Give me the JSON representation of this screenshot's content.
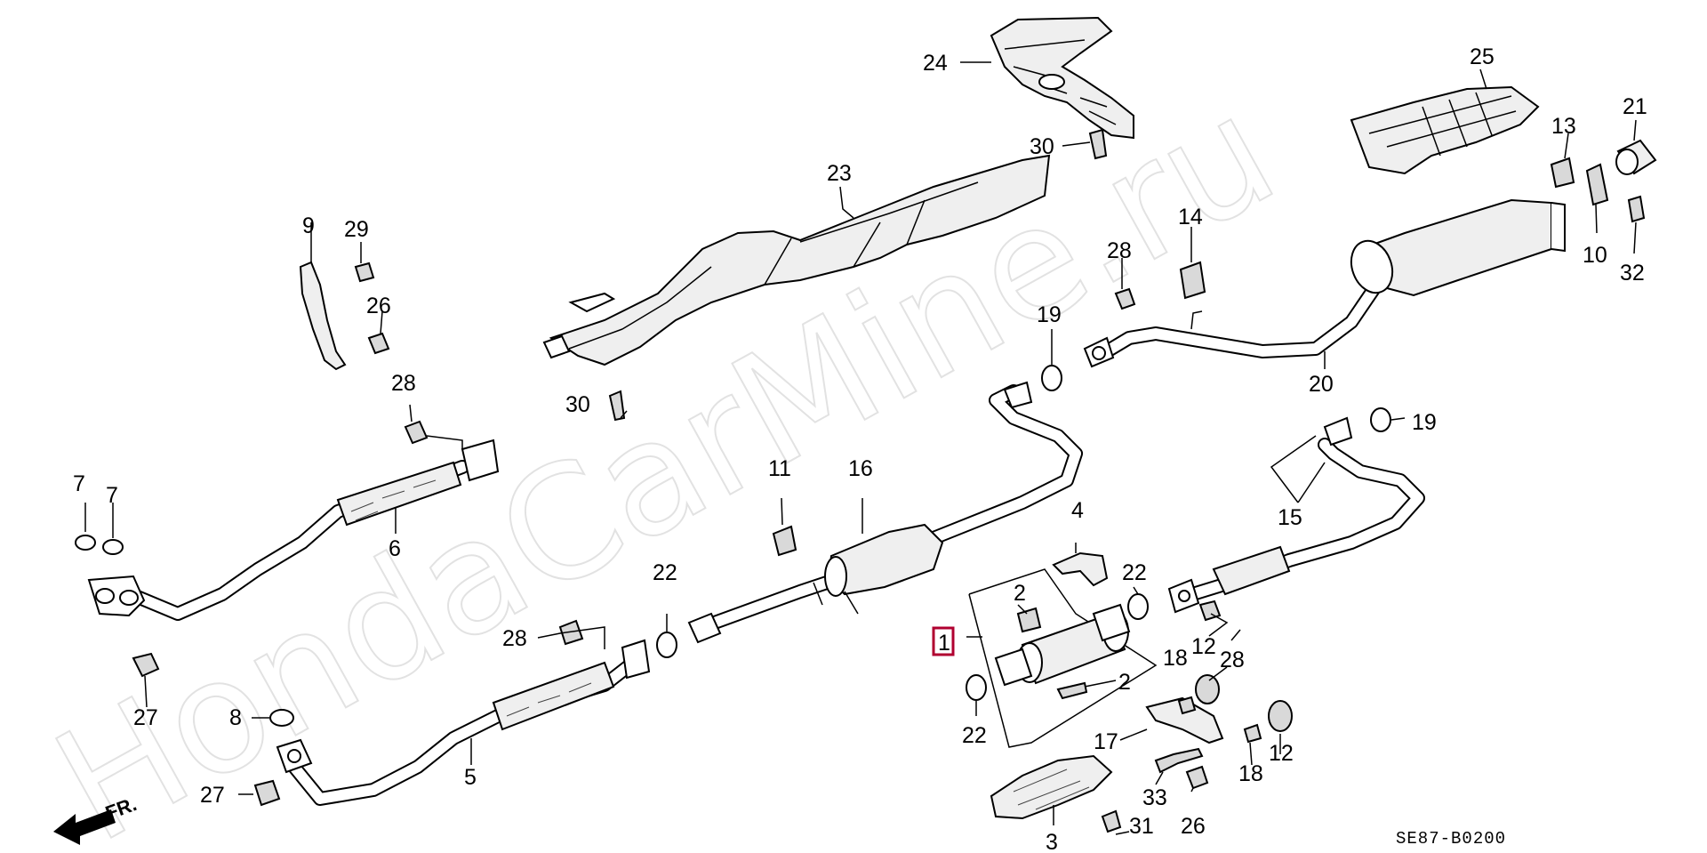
{
  "watermark": "HondaCarMine.ru",
  "diagram_code": "SE87-B0200",
  "direction_label": "FR.",
  "highlighted_callout": "1",
  "highlight_color": "#b00030",
  "callouts": {
    "c1": "1",
    "c2a": "2",
    "c2b": "2",
    "c3": "3",
    "c4": "4",
    "c5": "5",
    "c6": "6",
    "c7a": "7",
    "c7b": "7",
    "c8": "8",
    "c9": "9",
    "c10": "10",
    "c11": "11",
    "c12a": "12",
    "c12b": "12",
    "c13": "13",
    "c14": "14",
    "c15": "15",
    "c16": "16",
    "c17": "17",
    "c18a": "18",
    "c18b": "18",
    "c19a": "19",
    "c19b": "19",
    "c20": "20",
    "c21": "21",
    "c22a": "22",
    "c22b": "22",
    "c22c": "22",
    "c23": "23",
    "c24": "24",
    "c25": "25",
    "c26a": "26",
    "c26b": "26",
    "c27a": "27",
    "c27b": "27",
    "c28a": "28",
    "c28b": "28",
    "c28c": "28",
    "c28d": "28",
    "c29": "29",
    "c30a": "30",
    "c30b": "30",
    "c31": "31",
    "c32": "32",
    "c33": "33"
  }
}
